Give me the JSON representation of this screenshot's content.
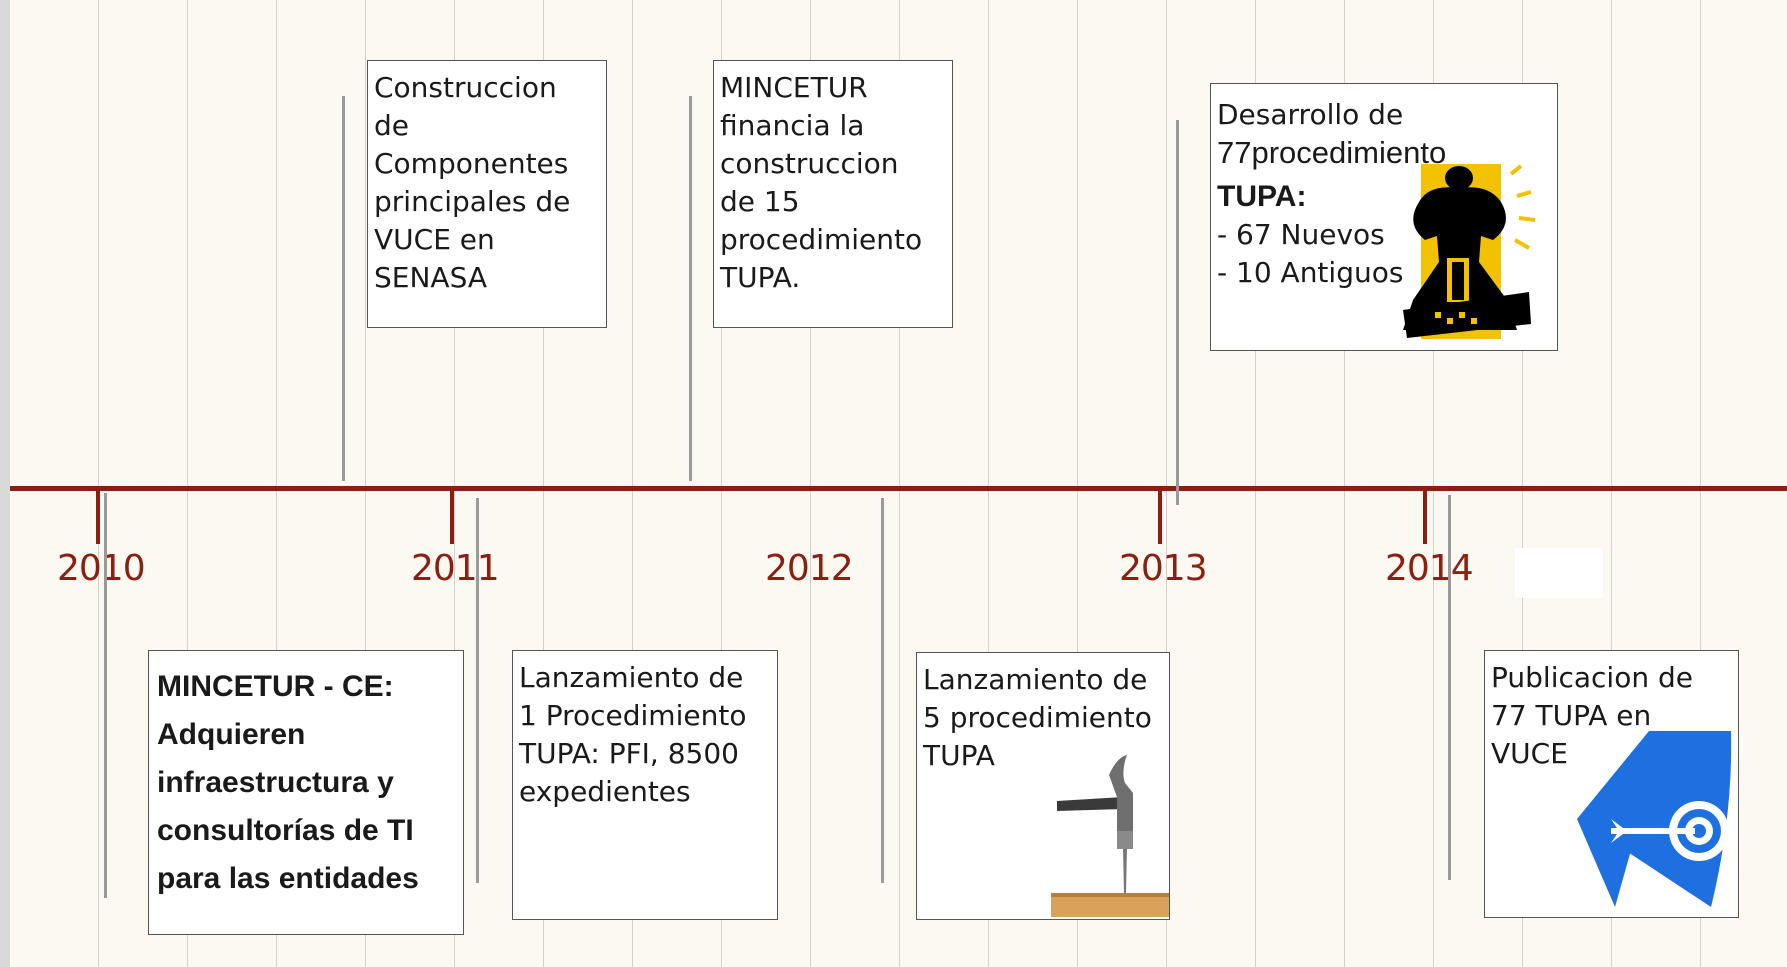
{
  "timeline": {
    "years": [
      "2010",
      "2011",
      "2012",
      "2013",
      "2014"
    ],
    "events": [
      {
        "id": "senasa",
        "lines": [
          "Construccion",
          "de",
          "Componentes",
          "principales de",
          "VUCE en",
          "SENASA"
        ]
      },
      {
        "id": "mincetur-financia",
        "lines": [
          "MINCETUR",
          "financia la",
          "construccion",
          "de 15",
          "procedimiento",
          "TUPA."
        ]
      },
      {
        "id": "desarrollo-77",
        "lines": [
          "Desarrollo de",
          "77procedimiento",
          "TUPA:",
          "- 67  Nuevos",
          "- 10  Antiguos"
        ]
      },
      {
        "id": "mincetur-ce",
        "lines": [
          "MINCETUR - CE:",
          "Adquieren",
          "infraestructura y",
          "consultorías de TI",
          "para las entidades"
        ]
      },
      {
        "id": "lanzamiento-1",
        "lines": [
          "Lanzamiento de",
          "1 Procedimiento",
          "TUPA: PFI, 8500",
          "expedientes"
        ]
      },
      {
        "id": "lanzamiento-5",
        "lines": [
          "Lanzamiento de",
          "5 procedimiento",
          "TUPA"
        ]
      },
      {
        "id": "publicacion-77",
        "lines": [
          "Publicacion de",
          "77 TUPA en",
          "VUCE"
        ]
      }
    ]
  },
  "colors": {
    "axis": "#8b1f12",
    "background": "#fbf9f1",
    "connector": "#9a9a9a",
    "target_blue": "#1e6fe0",
    "worker_yellow": "#f2c200"
  },
  "icons": {
    "desarrollo-77": "jackhammer-worker-icon",
    "lanzamiento-5": "hammer-nail-icon",
    "publicacion-77": "target-arrow-icon"
  }
}
